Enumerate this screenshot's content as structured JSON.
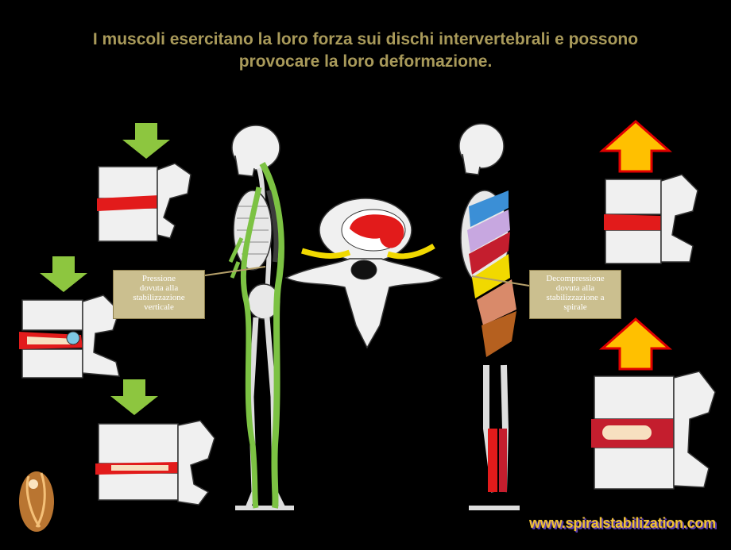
{
  "title": {
    "line1": "I muscoli esercitano la loro forza sui dischi intervertebrali e possono",
    "line2": "provocare la loro deformazione."
  },
  "labels": {
    "left": [
      "Pressione",
      "dovuta alla",
      "stabilizzazione",
      "verticale"
    ],
    "right": [
      "Decompressione",
      "dovuta alla",
      "stabilizzazione a",
      "spirale"
    ]
  },
  "website": "www.spiralstabilization.com",
  "colors": {
    "background": "#000000",
    "title": "#a99a5a",
    "down_arrow": "#8dc63f",
    "up_arrow_fill": "#ffc000",
    "up_arrow_border": "#e00000",
    "disc_red": "#e21b1b",
    "muscle_green": "#7cc243",
    "label_box": "#cbbf8f"
  },
  "icons": {
    "down_arrows": "green-down-arrow-icon",
    "up_arrows": "orange-up-arrow-icon",
    "logo": "spiral-logo-icon"
  }
}
